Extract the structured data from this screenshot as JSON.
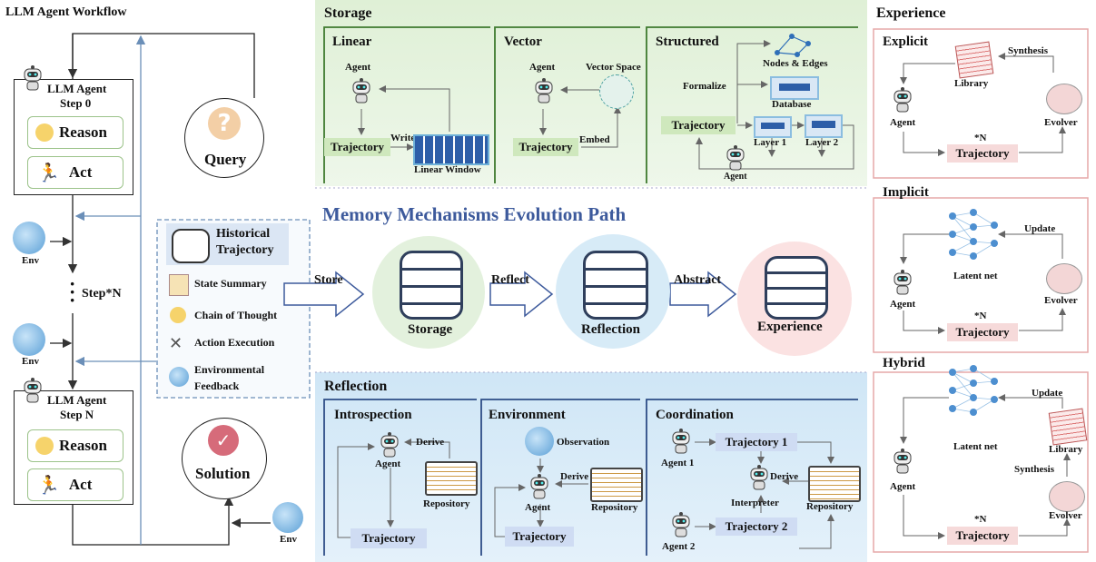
{
  "workflow": {
    "title": "LLM Agent Workflow",
    "step0_title": "LLM Agent",
    "step0_sub": "Step 0",
    "stepN_title": "LLM Agent",
    "stepN_sub": "Step N",
    "reason": "Reason",
    "act": "Act",
    "env": "Env",
    "step_repeat": "Step*N",
    "query": "Query",
    "solution": "Solution"
  },
  "history": {
    "title_line1": "Historical",
    "title_line2": "Trajectory",
    "items": [
      "State Summary",
      "Chain of Thought",
      "Action Execution",
      "Environmental",
      "Feedback"
    ]
  },
  "center": {
    "title": "Memory Mechanisms Evolution Path",
    "store": "Store",
    "reflect": "Reflect",
    "abstract": "Abstract",
    "storage": "Storage",
    "reflection": "Reflection",
    "experience": "Experience",
    "colors": {
      "title": "#3d5a9c",
      "storage_bg": "#e3f1dd",
      "reflection_bg": "#d7ebf7",
      "experience_bg": "#fbe2e2"
    }
  },
  "storage": {
    "title": "Storage",
    "linear": {
      "title": "Linear",
      "agent": "Agent",
      "trajectory": "Trajectory",
      "write": "Write",
      "window": "Linear Window"
    },
    "vector": {
      "title": "Vector",
      "agent": "Agent",
      "trajectory": "Trajectory",
      "embed": "Embed",
      "space": "Vector Space"
    },
    "structured": {
      "title": "Structured",
      "nodes": "Nodes & Edges",
      "formalize": "Formalize",
      "database": "Database",
      "trajectory": "Trajectory",
      "layer1": "Layer 1",
      "layer2": "Layer 2",
      "agent": "Agent"
    }
  },
  "reflection": {
    "title": "Reflection",
    "introspection": {
      "title": "Introspection",
      "agent": "Agent",
      "derive": "Derive",
      "repository": "Repository",
      "trajectory": "Trajectory"
    },
    "environment": {
      "title": "Environment",
      "observation": "Observation",
      "agent": "Agent",
      "derive": "Derive",
      "repository": "Repository",
      "trajectory": "Trajectory"
    },
    "coordination": {
      "title": "Coordination",
      "agent1": "Agent 1",
      "agent2": "Agent 2",
      "traj1": "Trajectory 1",
      "traj2": "Trajectory 2",
      "derive": "Derive",
      "interpreter": "Interpreter",
      "repository": "Repository"
    }
  },
  "experience": {
    "title": "Experience",
    "explicit": {
      "title": "Explicit",
      "library": "Library",
      "synthesis": "Synthesis",
      "agent": "Agent",
      "evolver": "Evolver",
      "n": "*N",
      "trajectory": "Trajectory"
    },
    "implicit": {
      "title": "Implicit",
      "update": "Update",
      "latent": "Latent net",
      "agent": "Agent",
      "evolver": "Evolver",
      "n": "*N",
      "trajectory": "Trajectory"
    },
    "hybrid": {
      "title": "Hybrid",
      "update": "Update",
      "latent": "Latent net",
      "library": "Library",
      "synthesis": "Synthesis",
      "agent": "Agent",
      "evolver": "Evolver",
      "n": "*N",
      "trajectory": "Trajectory"
    }
  }
}
